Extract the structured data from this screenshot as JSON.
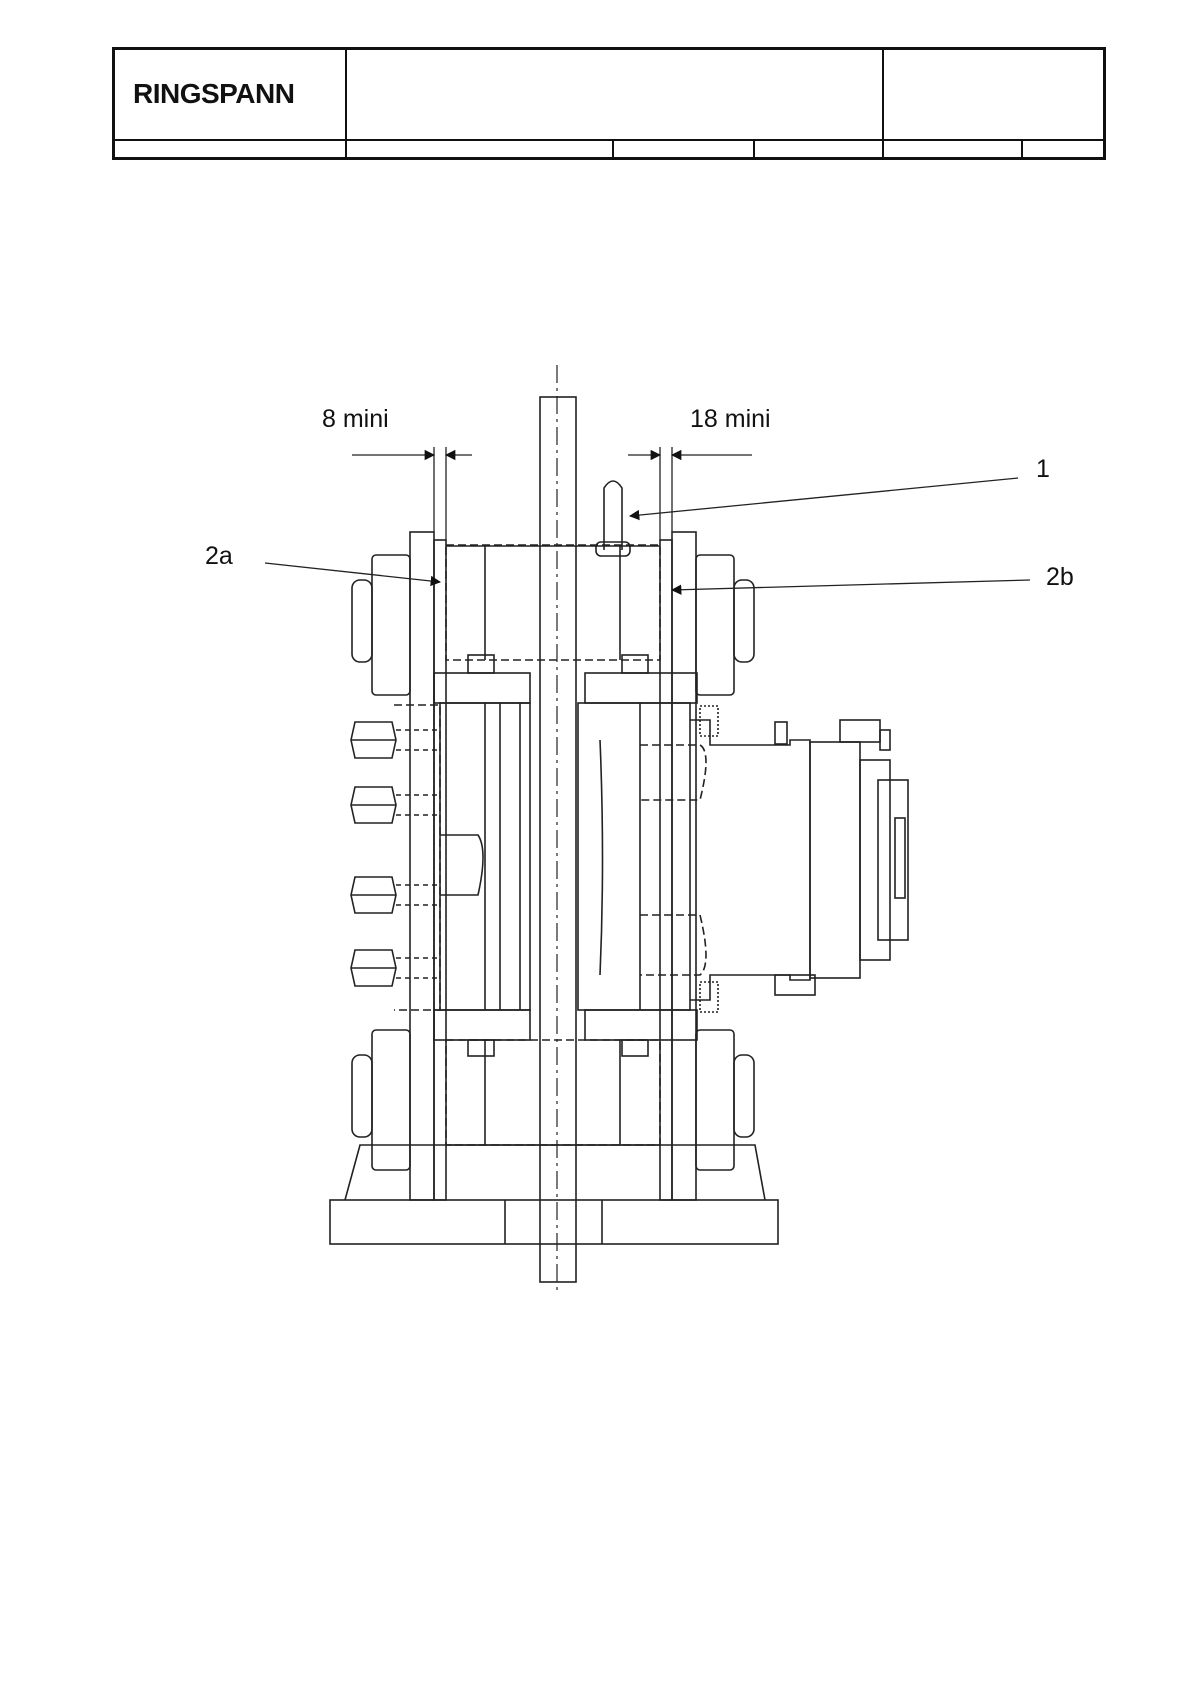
{
  "header": {
    "logo_text": "RINGSPANN"
  },
  "drawing": {
    "dim_left": "8 mini",
    "dim_right": "18 mini",
    "callout_1": "1",
    "callout_2a": "2a",
    "callout_2b": "2b"
  }
}
